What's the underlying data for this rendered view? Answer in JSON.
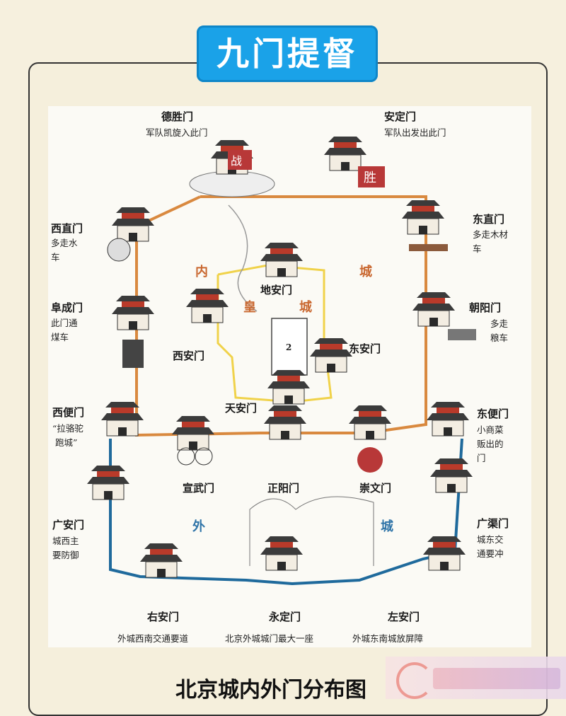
{
  "header": {
    "title": "九门提督"
  },
  "caption": "北京城内外门分布图",
  "colors": {
    "badge": "#1aa2e8",
    "inner_wall": "#d9893f",
    "outer_wall": "#1f6a9c",
    "imperial_wall": "#f0d24a"
  },
  "zones": {
    "inner_1": "内",
    "inner_2": "城",
    "imperial_1": "皇",
    "imperial_2": "城",
    "outer_1": "外",
    "outer_2": "城"
  },
  "gates": {
    "deshengmen": {
      "name": "德胜门",
      "desc": "军队凯旋入此门"
    },
    "andingmen": {
      "name": "安定门",
      "desc": "军队出发出此门"
    },
    "xizhimen": {
      "name": "西直门",
      "desc_1": "多走水",
      "desc_2": "车"
    },
    "dongzhimen": {
      "name": "东直门",
      "desc_1": "多走木材",
      "desc_2": "车"
    },
    "fuchengmen": {
      "name": "阜成门",
      "desc_1": "此门通",
      "desc_2": "煤车"
    },
    "chaoyangmen": {
      "name": "朝阳门",
      "desc_1": "多走",
      "desc_2": "粮车"
    },
    "di_anmen": {
      "name": "地安门"
    },
    "xi_anmen": {
      "name": "西安门"
    },
    "dong_anmen": {
      "name": "东安门"
    },
    "tiananmen": {
      "name": "天安门"
    },
    "xibianmen": {
      "name": "西便门",
      "desc_1": "“拉骆驼",
      "desc_2": "跑城”"
    },
    "dongbianmen": {
      "name": "东便门",
      "desc_1": "小商菜",
      "desc_2": "贩出的",
      "desc_3": "门"
    },
    "xuanwumen": {
      "name": "宣武门"
    },
    "zhengyangmen": {
      "name": "正阳门"
    },
    "chongwenmen": {
      "name": "崇文门"
    },
    "guang_anmen": {
      "name": "广安门",
      "desc_1": "城西主",
      "desc_2": "要防御"
    },
    "guangqumen": {
      "name": "广渠门",
      "desc_1": "城东交",
      "desc_2": "通要冲"
    },
    "you_anmen": {
      "name": "右安门",
      "desc": "外城西南交通要道"
    },
    "yongdingmen": {
      "name": "永定门",
      "desc": "北京外城城门最大一座"
    },
    "zuo_anmen": {
      "name": "左安门",
      "desc": "外城东南城放屏障"
    }
  },
  "icons": {
    "battle_flag": "战",
    "victory_flag": "胜",
    "palace_number": "2"
  }
}
